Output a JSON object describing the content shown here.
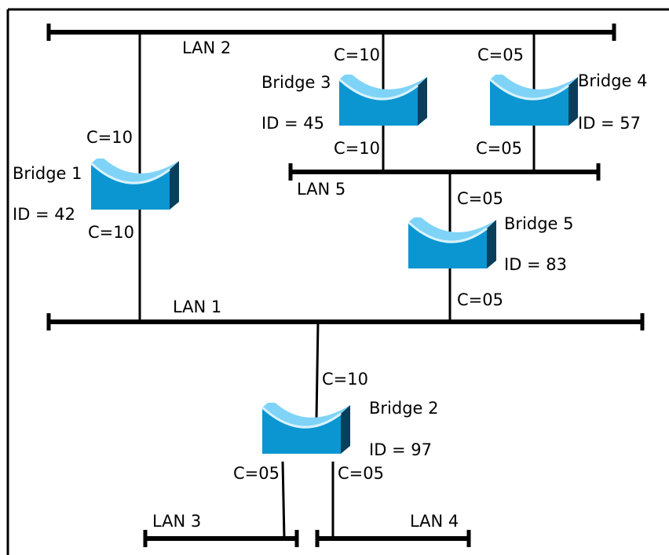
{
  "lans": {
    "lan1": "LAN 1",
    "lan2": "LAN 2",
    "lan3": "LAN 3",
    "lan4": "LAN 4",
    "lan5": "LAN 5"
  },
  "bridges": {
    "b1": {
      "name": "Bridge 1",
      "id": "ID = 42",
      "cost_top": "C=10",
      "cost_bottom": "C=10"
    },
    "b2": {
      "name": "Bridge 2",
      "id": "ID = 97",
      "cost_top": "C=10",
      "cost_left": "C=05",
      "cost_right": "C=05"
    },
    "b3": {
      "name": "Bridge 3",
      "id": "ID = 45",
      "cost_top": "C=10",
      "cost_bottom": "C=10"
    },
    "b4": {
      "name": "Bridge 4",
      "id": "ID = 57",
      "cost_top": "C=05",
      "cost_bottom": "C=05"
    },
    "b5": {
      "name": "Bridge 5",
      "id": "ID = 83",
      "cost_top": "C=05",
      "cost_bottom": "C=05"
    }
  },
  "colors": {
    "bridge_front": "#0b96d1",
    "bridge_top": "#7fd3f7",
    "bridge_side": "#0a3f5c",
    "line": "#000000"
  }
}
